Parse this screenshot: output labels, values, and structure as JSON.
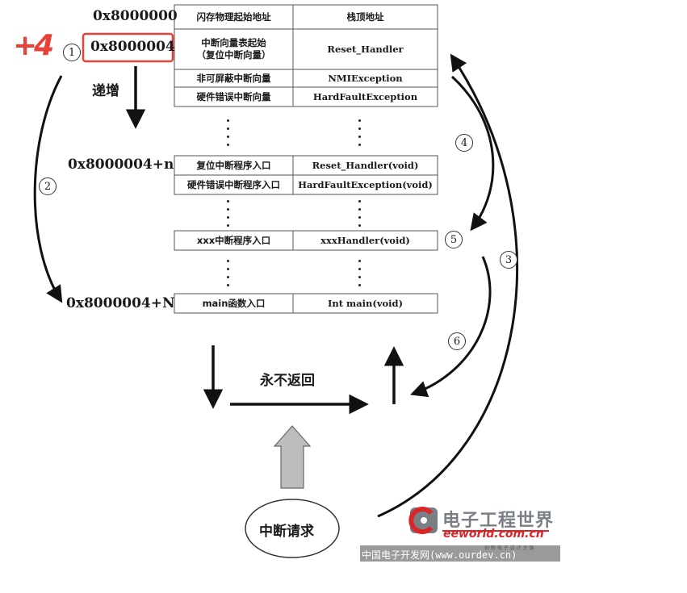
{
  "addresses": {
    "base": "0x8000000",
    "vector_start": "0x8000004",
    "n": "0x8000004+n",
    "N": "0x8000004+N"
  },
  "annotation_plus4": "+4",
  "increment_label": "递增",
  "table_top": [
    {
      "left": "闪存物理起始地址",
      "right": "栈顶地址"
    },
    {
      "left": "中断向量表起始\n（复位中断向量）",
      "right": "Reset_Handler"
    },
    {
      "left": "非可屏蔽中断向量",
      "right": "NMIException"
    },
    {
      "left": "硬件错误中断向量",
      "right": "HardFaultException"
    }
  ],
  "table_mid": [
    {
      "left": "复位中断程序入口",
      "right": "Reset_Handler(void)"
    },
    {
      "left": "硬件错误中断程序入口",
      "right": "HardFaultException(void)"
    }
  ],
  "table_xxx": {
    "left": "xxx中断程序入口",
    "right": "xxxHandler(void)"
  },
  "table_main": {
    "left": "main函数入口",
    "right": "Int main(void)"
  },
  "step_numbers": [
    "1",
    "2",
    "3",
    "4",
    "5",
    "6"
  ],
  "never_return_label": "永不返回",
  "interrupt_request_label": "中断请求",
  "logo": {
    "cn_name": "电子工程世界",
    "domain": "eeworld.com.cn",
    "slogan": "创 新 电 子 设 计 之 源"
  },
  "watermark": "中国电子开发网(www.ourdev.cn)",
  "colors": {
    "highlight_red": "#e8413a",
    "logo_red": "#d9262b",
    "logo_gray": "#7a7f86",
    "arrow_fill_gray": "#bdbdbd"
  }
}
